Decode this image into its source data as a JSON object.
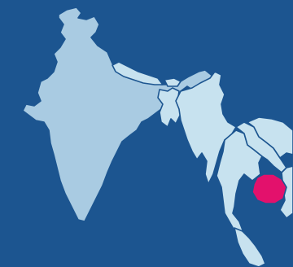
{
  "map": {
    "colors": {
      "ocean": "#1c5590",
      "primary": "#a9cbe2",
      "neighbor": "#c7e2ef",
      "highlight": "#e3116c",
      "border": "#1c5590"
    },
    "countries": [
      {
        "id": "india",
        "role": "primary"
      },
      {
        "id": "nepal",
        "role": "neighbor"
      },
      {
        "id": "bhutan",
        "role": "neighbor"
      },
      {
        "id": "bangladesh",
        "role": "neighbor"
      },
      {
        "id": "myanmar",
        "role": "neighbor"
      },
      {
        "id": "thailand",
        "role": "neighbor"
      },
      {
        "id": "laos",
        "role": "neighbor"
      },
      {
        "id": "vietnam",
        "role": "neighbor"
      },
      {
        "id": "malaysia",
        "role": "neighbor"
      },
      {
        "id": "cambodia",
        "role": "highlight"
      }
    ]
  }
}
